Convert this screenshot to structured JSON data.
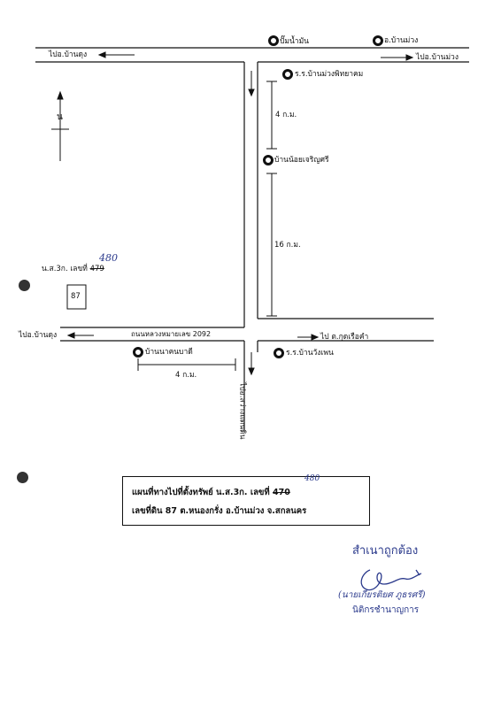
{
  "map": {
    "labels": {
      "to_ban_dung_top": "ไปอ.บ้านดุง",
      "pump": "ปั๊มน้ำมัน",
      "district_ban_muang": "อ.บ้านม่วง",
      "to_ban_muang": "ไปอ.บ้านม่วง",
      "school_ban_muang": "ร.ร.บ้านม่วงพิทยาคม",
      "dist_4km_right": "4 ก.ม.",
      "ban_noi": "บ้านน้อยเจริญศรี",
      "dist_16km": "16 ก.ม.",
      "north": "น",
      "parcel_label": "น.ส.3ก. เลขที่",
      "parcel_old_no": "479",
      "parcel_new_no": "480",
      "parcel_land_no": "87",
      "to_ban_dung_mid": "ไปอ.บ้านดุง",
      "highway": "ถนนหลวงหมายเลข 2092",
      "to_kut_ruea_kham": "ไป ต.กุดเรือคำ",
      "ban_na_khon": "บ้านนาคนบาดี",
      "school_wang_phen": "ร.ร.บ้านวังเพน",
      "dist_4km_bottom": "4 ก.ม.",
      "to_sawang_daen_din": "ไปอ.สว่างแดนดิน"
    },
    "caption": {
      "line1_prefix": "แผนที่ทางไปที่ตั้งทรัพย์ น.ส.3ก. เลขที่",
      "line1_old_no": "470",
      "line1_new_no": "480",
      "line2": "เลขที่ดิน 87 ต.หนองกรั่ง อ.บ้านม่วง จ.สกลนคร"
    },
    "certification": {
      "certified_copy": "สำเนาถูกต้อง",
      "name": "(นายเกียรติยศ ภูธรศรี)",
      "position": "นิติกรชำนาญการ"
    },
    "colors": {
      "ink": "#111111",
      "pen": "#2b3a8c"
    }
  }
}
